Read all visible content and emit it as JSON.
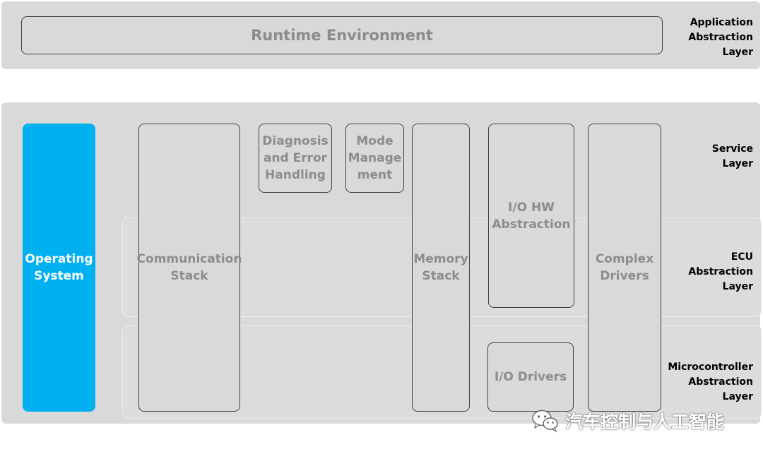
{
  "application_layer": {
    "runtime_environment": "Runtime Environment",
    "label": "Application\nAbstraction\nLayer"
  },
  "layers": {
    "service": "Service\nLayer",
    "ecu": "ECU\nAbstraction\nLayer",
    "microcontroller": "Microcontroller\nAbstraction\nLayer"
  },
  "modules": {
    "operating_system": "Operating\nSystem",
    "communication_stack": "Communication\nStack",
    "diagnosis": "Diagnosis\nand Error\nHandling",
    "mode_management": "Mode\nManage\nment",
    "memory_stack": "Memory\nStack",
    "io_hw_abstraction": "I/O HW\nAbstraction",
    "io_drivers": "I/O Drivers",
    "complex_drivers": "Complex\nDrivers"
  },
  "watermark": {
    "text": "汽车控制与人工智能",
    "icon": "wechat-icon"
  },
  "colors": {
    "os_blue": "#00b0f0",
    "panel_gray": "#d9d9d9",
    "border": "#404040",
    "module_text": "#8c8c8c"
  }
}
